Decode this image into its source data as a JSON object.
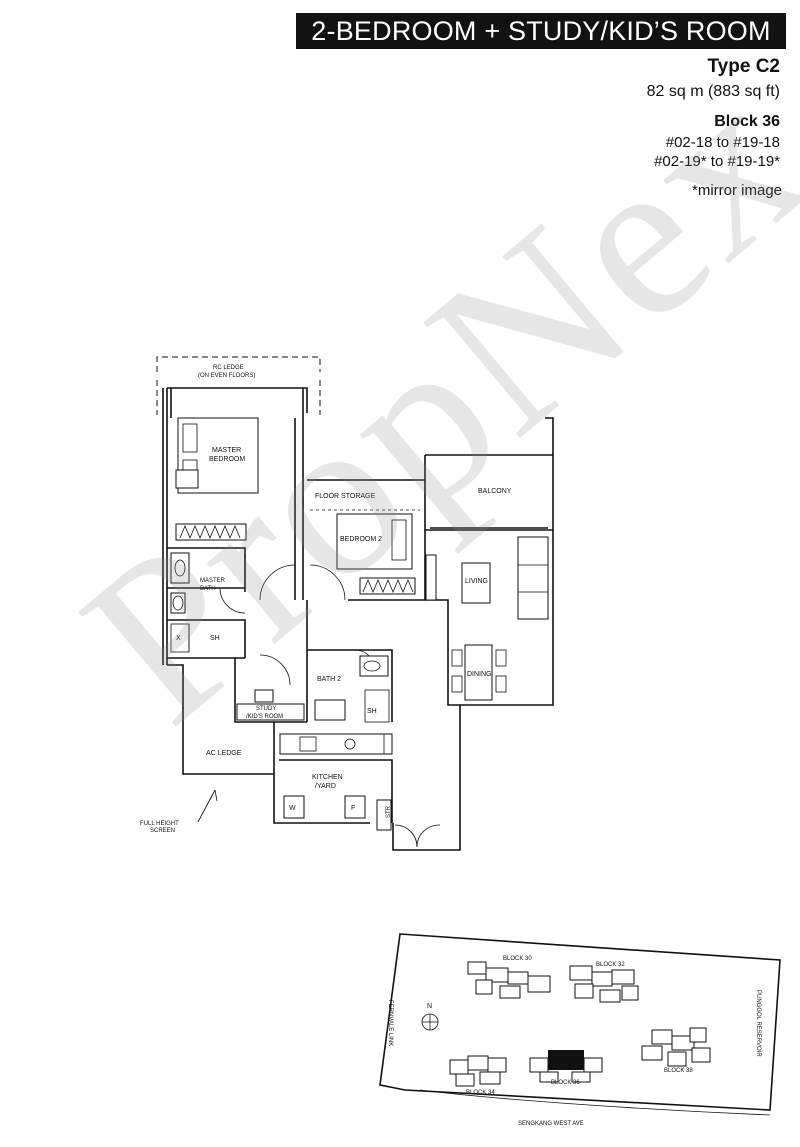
{
  "header": {
    "title": "2-BEDROOM + STUDY/KID’S ROOM",
    "unit_type": "Type C2",
    "area": "82 sq m (883 sq ft)",
    "block": "Block 36",
    "units_line_1": "#02-18 to #19-18",
    "units_line_2": "#02-19* to #19-19*",
    "note": "*mirror image"
  },
  "floor_plan": {
    "rc_ledge": "RC LEDGE",
    "rc_ledge_note": "(ON EVEN FLOORS)",
    "master_bedroom_1": "MASTER",
    "master_bedroom_2": "BEDROOM",
    "floor_storage": "FLOOR STORAGE",
    "balcony": "BALCONY",
    "bedroom_2": "BEDROOM 2",
    "living": "LIVING",
    "master_bath_1": "MASTER",
    "master_bath_2": "BATH",
    "sh_master": "SH",
    "x_mark": "X",
    "dining": "DINING",
    "bath_2": "BATH 2",
    "sh_bath2": "SH",
    "study_1": "STUDY",
    "study_2": "/KID'S ROOM",
    "ac_ledge": "AC LEDGE",
    "kitchen_1": "KITCHEN",
    "kitchen_2": "/YARD",
    "w_mark": "W",
    "f_mark": "F",
    "str": "STR",
    "full_height_1": "FULL HEIGHT",
    "full_height_2": "SCREEN"
  },
  "site_plan": {
    "block_30": "BLOCK 30",
    "block_32": "BLOCK 32",
    "block_34": "BLOCK 34",
    "block_36": "BLOCK 36",
    "block_38": "BLOCK 38",
    "north": "N",
    "road_bottom": "SENGKANG WEST AVE",
    "road_left": "FERNVALE LINK",
    "road_right": "PUNGGOL RESERVOIR"
  },
  "watermark": "PropNex"
}
